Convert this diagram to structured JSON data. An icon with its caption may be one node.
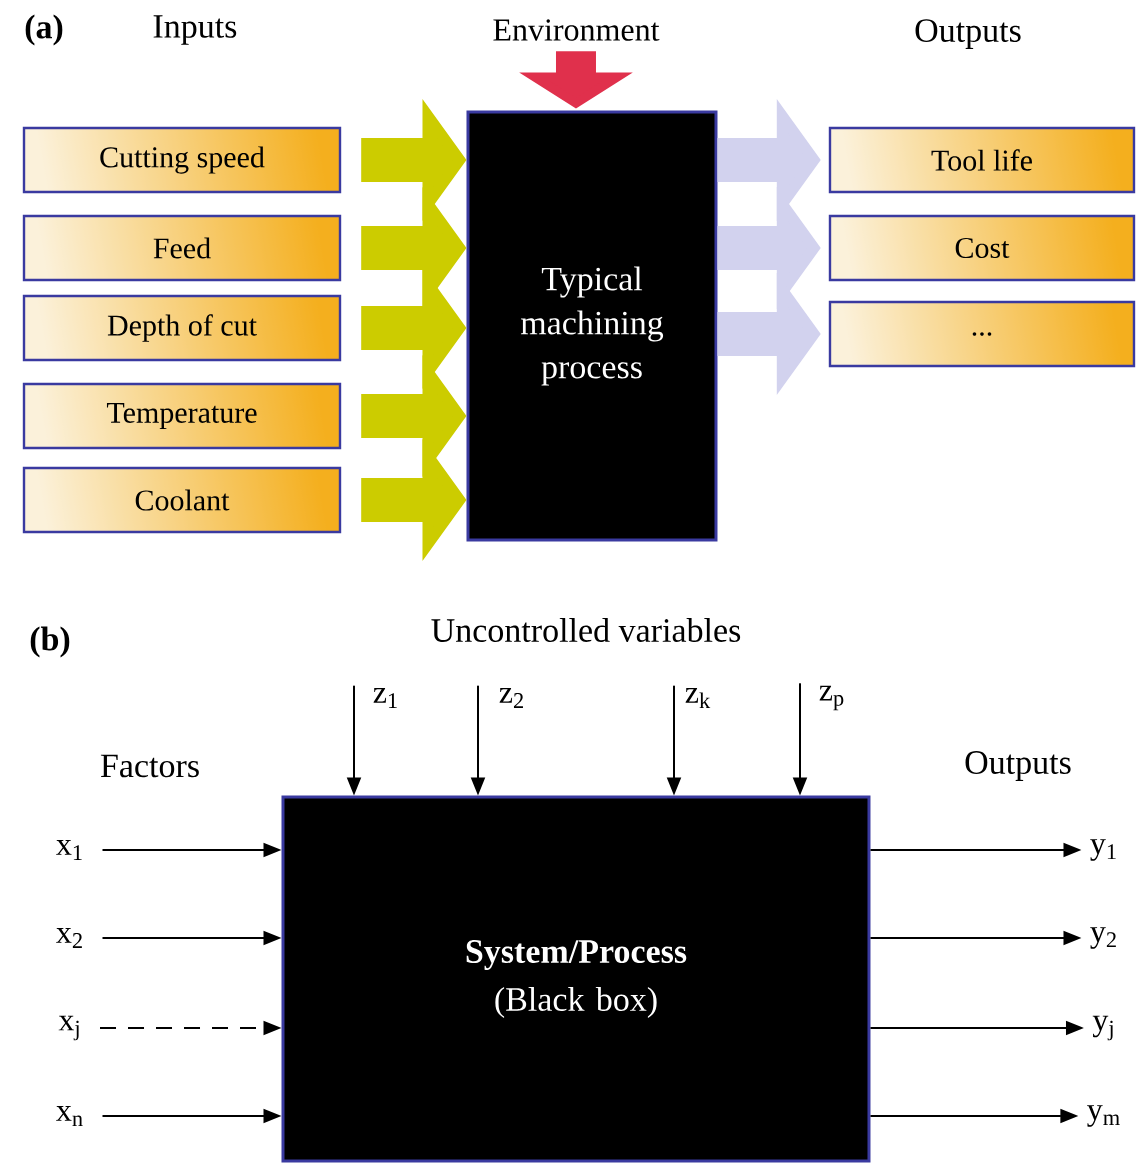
{
  "diagram": {
    "nodes": [
      {
        "text": [
          "Cutting speed"
        ]
      },
      {
        "text": [
          "Feed"
        ]
      },
      {
        "text": [
          "Depth of cut"
        ]
      },
      {
        "text": [
          "Temperature"
        ]
      },
      {
        "text": [
          "Coolant"
        ]
      },
      {
        "text": [
          "Typical machining process"
        ]
      },
      {
        "text": [
          "Tool life"
        ]
      },
      {
        "text": [
          "Cost"
        ]
      },
      {
        "text": [
          "..."
        ]
      },
      {
        "text": [
          "Environment"
        ]
      },
      {
        "text": [
          "System/Process",
          "(Black box)"
        ]
      },
      {
        "text": [
          "z$_{1}$"
        ]
      },
      {
        "text": [
          "z$_{2}$"
        ]
      },
      {
        "text": [
          "z$_{k}$"
        ]
      },
      {
        "text": [
          "z$_{p}$"
        ]
      },
      {
        "text": [
          "x$_{1}$"
        ]
      },
      {
        "text": [
          "x$_{2}$"
        ]
      },
      {
        "text": [
          "x$_{j}$"
        ]
      },
      {
        "text": [
          "x$_{n}$"
        ]
      },
      {
        "text": [
          "y$_{1}$"
        ]
      },
      {
        "text": [
          "y$_{2}$"
        ]
      },
      {
        "text": [
          "y$_{j}$"
        ]
      },
      {
        "text": [
          "y$_{m}$"
        ]
      }
    ],
    "edges": [
      {
        "from": 0,
        "to": 5,
        "arrow": "to",
        "style": "thick",
        "color": "#cccc00"
      },
      {
        "from": 1,
        "to": 5,
        "arrow": "to",
        "style": "thick",
        "color": "#cccc00"
      },
      {
        "from": 2,
        "to": 5,
        "arrow": "to",
        "style": "thick",
        "color": "#cccc00"
      },
      {
        "from": 3,
        "to": 5,
        "arrow": "to",
        "style": "thick",
        "color": "#cccc00"
      },
      {
        "from": 4,
        "to": 5,
        "arrow": "to",
        "style": "thick",
        "color": "#cccc00"
      },
      {
        "from": 5,
        "to": 6,
        "arrow": "to",
        "style": "thick",
        "color": "#d2d2ee"
      },
      {
        "from": 5,
        "to": 7,
        "arrow": "to",
        "style": "thick",
        "color": "#d2d2ee"
      },
      {
        "from": 5,
        "to": 8,
        "arrow": "to",
        "style": "thick",
        "color": "#d2d2ee"
      },
      {
        "from": 9,
        "to": 5,
        "arrow": "to",
        "style": "thick",
        "color": "#e0304c"
      },
      {
        "from": 11,
        "to": 10,
        "arrow": "to"
      },
      {
        "from": 12,
        "to": 10,
        "arrow": "to"
      },
      {
        "from": 13,
        "to": 10,
        "arrow": "to"
      },
      {
        "from": 14,
        "to": 10,
        "arrow": "to"
      },
      {
        "from": 15,
        "to": 10,
        "arrow": "to"
      },
      {
        "from": 16,
        "to": 10,
        "arrow": "to"
      },
      {
        "from": 17,
        "to": 10,
        "arrow": "to",
        "style": "dashed"
      },
      {
        "from": 18,
        "to": 10,
        "arrow": "to"
      },
      {
        "from": 10,
        "to": 19,
        "arrow": "to"
      },
      {
        "from": 10,
        "to": 20,
        "arrow": "to"
      },
      {
        "from": 10,
        "to": 21,
        "arrow": "to"
      },
      {
        "from": 10,
        "to": 22,
        "arrow": "to"
      }
    ],
    "labels": [
      "(a)",
      "Inputs",
      "Outputs",
      "(b)",
      "Uncontrolled variables",
      "Factors",
      "Outputs"
    ]
  }
}
